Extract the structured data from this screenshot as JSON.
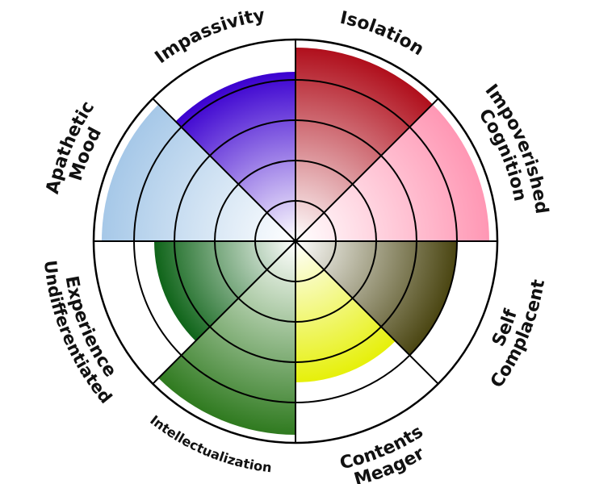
{
  "chart_data": {
    "type": "polar-area",
    "rings": 5,
    "rmax": 5,
    "grid": true,
    "legend": "none",
    "categories": [
      {
        "label": "Isolation",
        "value": 4.8,
        "color": "#b00f1c"
      },
      {
        "label": "Impoverished Cognition",
        "value": 4.8,
        "color": "#ff97b4"
      },
      {
        "label": "Complacent Self",
        "value": 4.0,
        "color": "#4a4511"
      },
      {
        "label": "Meager Contents",
        "value": 3.5,
        "color": "#e6f00a"
      },
      {
        "label": "Intellectualization",
        "value": 4.8,
        "color": "#2f7a1f"
      },
      {
        "label": "Undifferentiated Experience",
        "value": 3.5,
        "color": "#0f6419"
      },
      {
        "label": "Apathetic Mood",
        "value": 4.8,
        "color": "#a6c8e8"
      },
      {
        "label": "Impassivity",
        "value": 4.2,
        "color": "#3b00d0"
      }
    ]
  }
}
